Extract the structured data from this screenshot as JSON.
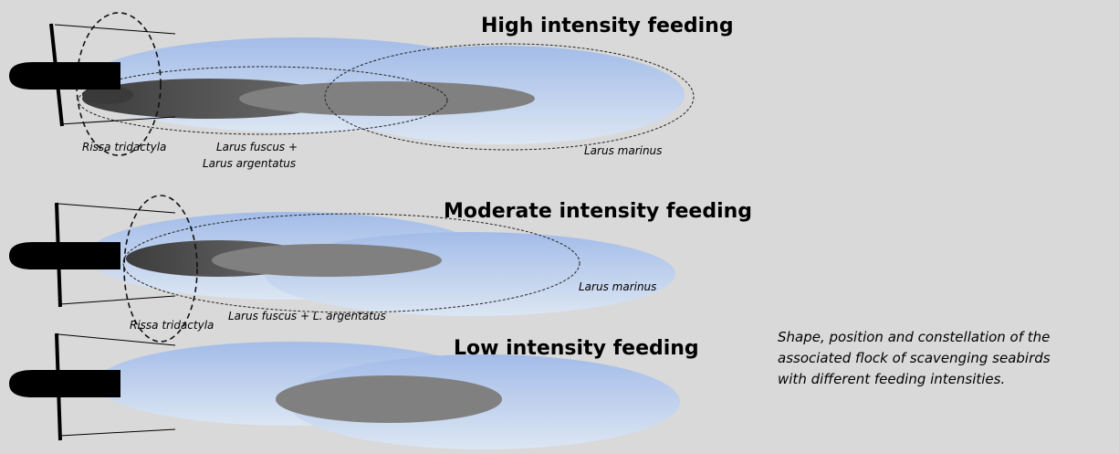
{
  "panels": [
    {
      "title": "High intensity feeding",
      "labels": {
        "rissa": "Rissa tridactyla",
        "fuscus_line1": "Larus fuscus +",
        "fuscus_line2": "Larus argentatus",
        "marinus": "Larus  marinus"
      }
    },
    {
      "title": "Moderate intensity feeding",
      "labels": {
        "marinus": "Larus  marinus",
        "rissa": "Rissa tridactyla",
        "fuscus": "Larus fuscus + L. argentatus"
      }
    },
    {
      "title": "Low intensity feeding",
      "labels": {}
    }
  ],
  "caption": {
    "line1": "Shape, position and constellation of the",
    "line2": "associated flock of scavenging seabirds",
    "line3": "with different feeding intensities."
  },
  "colors": {
    "background": "#d9d9d9",
    "plume_light": "#a8c0e8",
    "flock_dark": "#4a4a4a",
    "flock_mid": "#808080",
    "vessel": "#000000"
  }
}
